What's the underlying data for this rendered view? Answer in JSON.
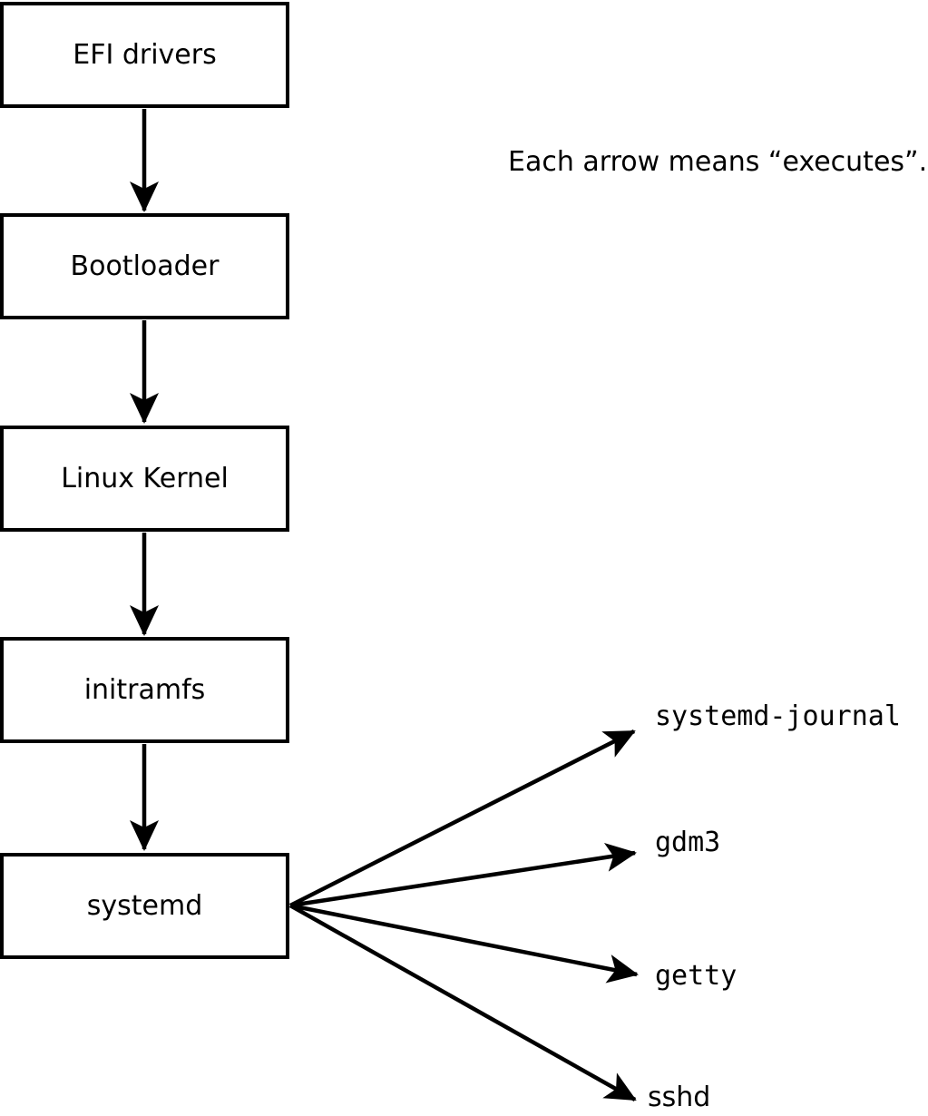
{
  "colors": {
    "ink": "#000000",
    "background": "#ffffff"
  },
  "caption": {
    "text": "Each arrow means “executes”."
  },
  "boot_chain": {
    "boxes": [
      {
        "label": "EFI drivers"
      },
      {
        "label": "Bootloader"
      },
      {
        "label": "Linux Kernel"
      },
      {
        "label": "initramfs"
      },
      {
        "label": "systemd"
      }
    ]
  },
  "spawned_services": [
    {
      "label": "systemd-journal"
    },
    {
      "label": "gdm3"
    },
    {
      "label": "getty"
    },
    {
      "label": "sshd"
    }
  ]
}
